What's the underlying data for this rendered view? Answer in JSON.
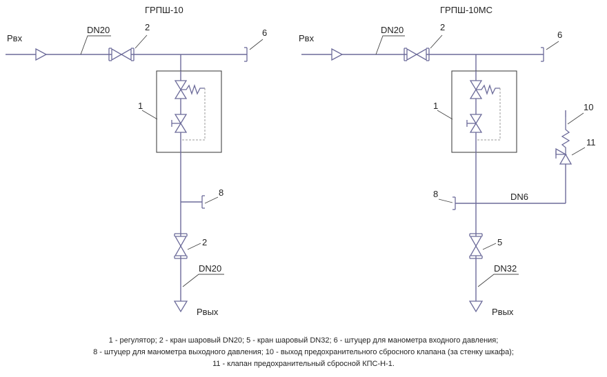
{
  "titles": {
    "left": "ГРПШ-10",
    "right": "ГРПШ-10МС"
  },
  "labels": {
    "p_in": "Рвх",
    "p_out": "Рвых",
    "dn20": "DN20",
    "dn6": "DN6",
    "dn32": "DN32",
    "n1": "1",
    "n2": "2",
    "n5": "5",
    "n6": "6",
    "n8": "8",
    "n10": "10",
    "n11": "11"
  },
  "legend": [
    "1 - регулятор; 2 - кран шаровый DN20; 5 - кран шаровый DN32; 6 - штуцер для манометра входного давления;",
    "8 - штуцер для манометра выходного давления; 10 - выход предохранительного сбросного клапана (за стенку шкафа);",
    "11 - клапан предохранительный сбросной КПС-Н-1."
  ],
  "colors": {
    "pipe": "#6b6a99",
    "leader": "#444444",
    "text": "#222222"
  }
}
